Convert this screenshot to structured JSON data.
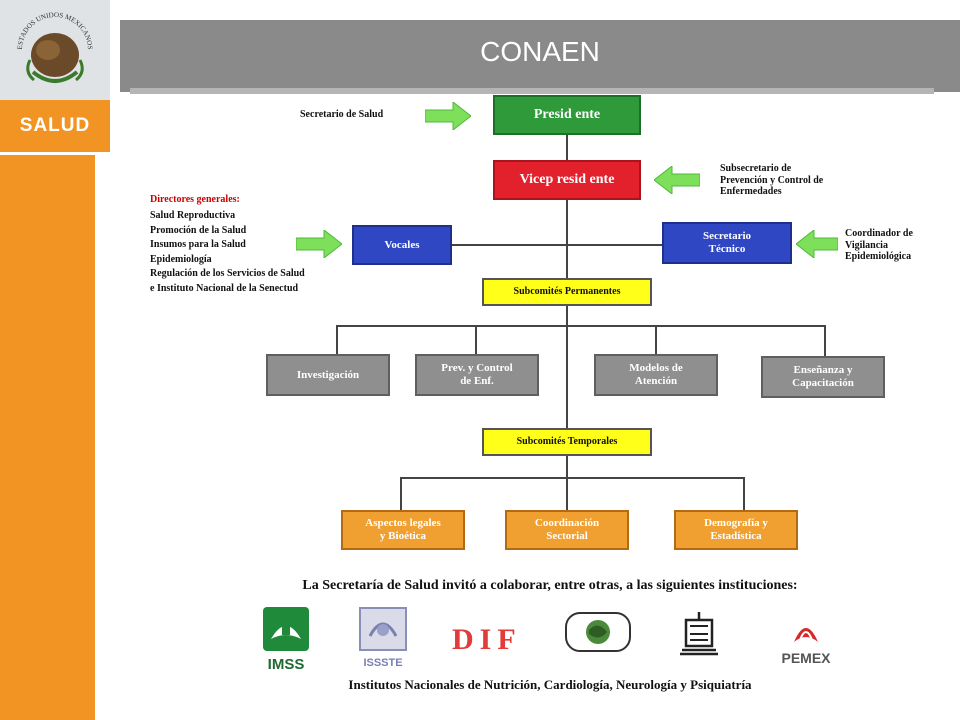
{
  "header": {
    "title": "CONAEN"
  },
  "sidebar": {
    "brand": "SALUD",
    "seal_text": "ESTADOS UNIDOS MEXICANOS"
  },
  "org": {
    "president": "Presid ente",
    "vice": "Vicep resid ente",
    "vocales": "Vocales",
    "secretario_tecnico": "Secretario\nTécnico",
    "sub_permanentes": "Subcomités Permanentes",
    "sub_temporales": "Subcomités Temporales",
    "permanentes": [
      "Investigación",
      "Prev. y Control\nde Enf.",
      "Modelos de\nAtención",
      "Enseñanza y\nCapacitación"
    ],
    "temporales": [
      "Aspectos legales\ny Bioética",
      "Coordinación\nSectorial",
      "Demografía y\nEstadística"
    ]
  },
  "notes": {
    "secretario_salud": "Secretario de Salud",
    "subsecretario": "Subsecretario de\nPrevención y Control de\nEnfermedades",
    "coordinador": "Coordinador de\nVigilancia\nEpidemiológica",
    "directores_title": "Directores generales:",
    "directores": [
      "Salud Reproductiva",
      "Promoción de la Salud",
      "Insumos para la Salud",
      "Epidemiología",
      "Regulación de los Servicios de Salud",
      "e Instituto Nacional de la Senectud"
    ]
  },
  "institutions_caption": "La Secretaría de Salud invitó a colaborar, entre otras, a las siguientes instituciones:",
  "logos": {
    "imss": "IMSS",
    "issste": "ISSSTE",
    "dif": "DIF",
    "pemex": "PEMEX"
  },
  "institutes_caption": "Institutos Nacionales de Nutrición, Cardiología, Neurología y Psiquiatría",
  "colors": {
    "sidebar": "#f29423",
    "president": "#2e9a3a",
    "vice": "#e3212d",
    "blue_box": "#2f47c2",
    "subcommittee": "#ffff1a",
    "permanent_box": "#8f8f8f",
    "temporary_box": "#f0a030",
    "directores_title": "#cc0000"
  }
}
